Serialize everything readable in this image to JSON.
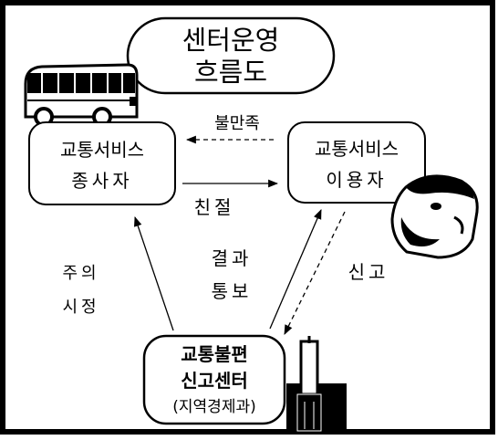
{
  "title": {
    "line1": "센터운영",
    "line2": "흐름도"
  },
  "nodes": {
    "provider": {
      "line1": "교통서비스",
      "line2": "종사자"
    },
    "user": {
      "line1": "교통서비스",
      "line2": "이용자"
    },
    "center": {
      "line1": "교통불편",
      "line2": "신고센터",
      "line3": "(지역경제과)"
    }
  },
  "edges": {
    "dissatisfaction": "불만족",
    "kindness": "친절",
    "report": "신고",
    "result_line1": "결과",
    "result_line2": "통보",
    "warning_line1": "주의",
    "warning_line2": "시정"
  },
  "icons": [
    "bus-icon",
    "smiling-face-icon",
    "pen-holder-icon"
  ],
  "colors": {
    "ink": "#000000",
    "paper": "#ffffff"
  }
}
